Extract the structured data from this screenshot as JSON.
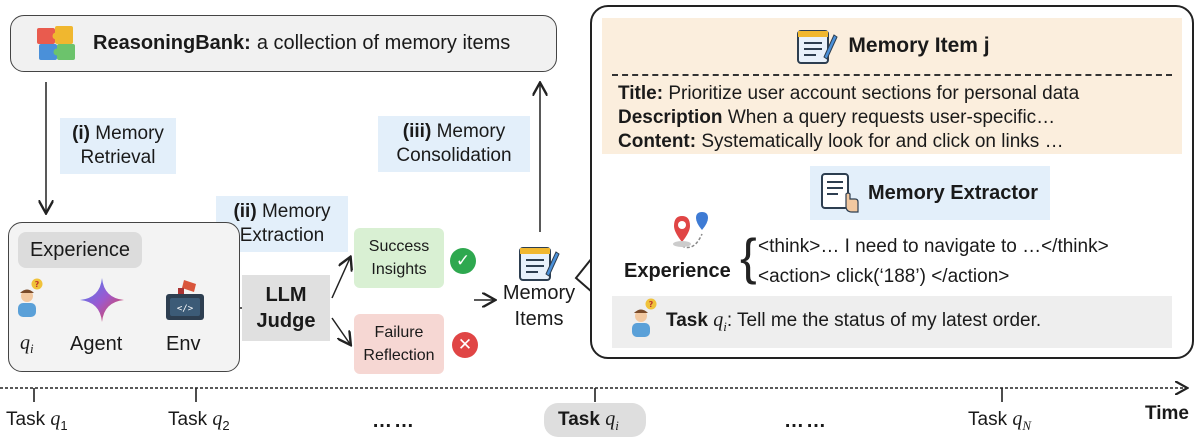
{
  "bank": {
    "name": "ReasoningBank:",
    "desc": "a collection of memory items"
  },
  "steps": {
    "retrieval": {
      "num": "(i)",
      "line1": "Memory",
      "line2": "Retrieval"
    },
    "extraction": {
      "num": "(ii)",
      "line1": "Memory",
      "line2": "Extraction"
    },
    "consolidation": {
      "num": "(iii)",
      "line1": "Memory",
      "line2": "Consolidation"
    }
  },
  "experience_box": {
    "title": "Experience",
    "q": "q",
    "q_sub": "i",
    "agent": "Agent",
    "env": "Env"
  },
  "judge": {
    "line1": "LLM",
    "line2": "Judge"
  },
  "outcomes": {
    "success": {
      "line1": "Success",
      "line2": "Insights",
      "mark": "✓"
    },
    "failure": {
      "line1": "Failure",
      "line2": "Reflection",
      "mark": "✕"
    }
  },
  "memory_items": {
    "line1": "Memory",
    "line2": "Items"
  },
  "panel": {
    "title": "Memory Item j",
    "fields": [
      {
        "key": "Title:",
        "value": "Prioritize user account sections for personal data"
      },
      {
        "key": "Description",
        "value": "When a query requests user-specific…"
      },
      {
        "key": "Content:",
        "value": "Systematically look for and click on links …"
      }
    ],
    "extractor": "Memory Extractor",
    "experience_label": "Experience",
    "think": "<think>… I need to navigate to …</think>",
    "action": "<action> click(‘188’) </action>",
    "task_label": "Task",
    "task_q": "q",
    "task_sub": "i",
    "task_text": ": Tell me the status of my latest order."
  },
  "timeline": {
    "task_word": "Task",
    "q": "q",
    "labels": [
      {
        "sub": "1"
      },
      {
        "sub": "2"
      },
      {
        "sub": "i"
      },
      {
        "sub": "N"
      }
    ],
    "dots": "……",
    "time": "Time"
  },
  "colors": {
    "panel_head": "#fbeedd",
    "blue_label": "#e3effa",
    "success": "#d9f0d3",
    "failure": "#f6d7d3",
    "check": "#2ea84f",
    "cross": "#e04545"
  }
}
